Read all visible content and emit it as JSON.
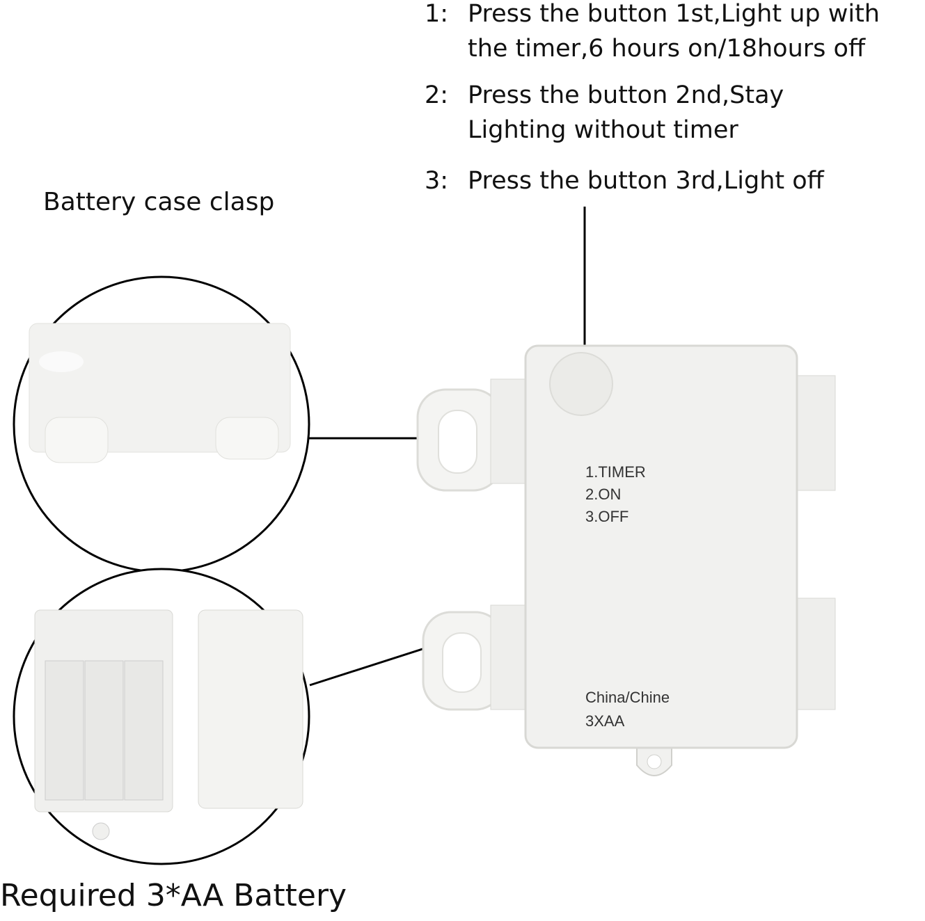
{
  "instructions": [
    {
      "num": "1:",
      "lines": [
        "Press the button 1st,Light up with",
        "the timer,6 hours on/18hours off"
      ]
    },
    {
      "num": "2:",
      "lines": [
        "Press the button 2nd,Stay",
        "Lighting without timer"
      ]
    },
    {
      "num": "3:",
      "lines": [
        "Press the button 3rd,Light off"
      ]
    }
  ],
  "callouts": {
    "clasp_label": "Battery case clasp",
    "battery_label": "Required 3*AA Battery"
  },
  "box_print": {
    "modes": [
      "1.TIMER",
      "2.ON",
      "3.OFF"
    ],
    "origin": "China/Chine",
    "battery": "3XAA"
  },
  "colors": {
    "box": "#f1f1ef",
    "box_edge": "#d8d8d4",
    "line": "#000000"
  }
}
